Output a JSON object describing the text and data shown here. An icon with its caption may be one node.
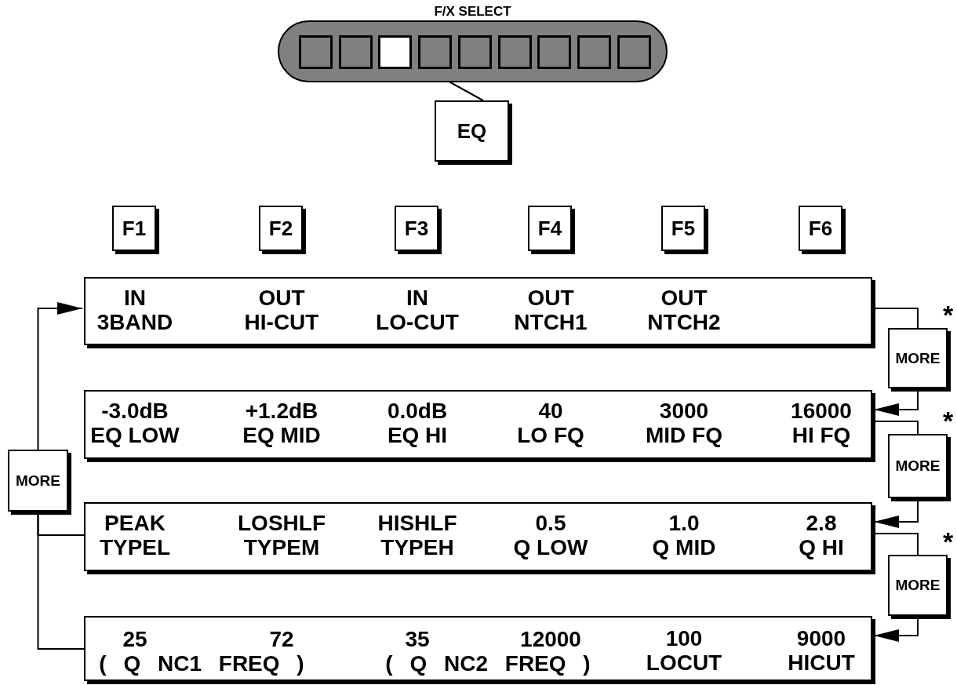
{
  "diagram": {
    "nodes": [
      {
        "text": [
          "F/X SELECT"
        ]
      },
      {
        "text": [],
        "shape": "box",
        "in": 0
      },
      {
        "text": [],
        "shape": "box",
        "in": 0
      },
      {
        "text": [],
        "shape": "box",
        "in": 0
      },
      {
        "text": [],
        "shape": "box",
        "in": 0
      },
      {
        "text": [],
        "shape": "box",
        "in": 0
      },
      {
        "text": [],
        "shape": "box",
        "in": 0
      },
      {
        "text": [],
        "shape": "box",
        "in": 0
      },
      {
        "text": [],
        "shape": "box",
        "in": 0
      },
      {
        "text": [],
        "shape": "box",
        "in": 0
      },
      {
        "text": [
          "EQ"
        ]
      },
      {
        "text": [
          "F1"
        ]
      },
      {
        "text": [
          "F2"
        ]
      },
      {
        "text": [
          "F3"
        ]
      },
      {
        "text": [
          "F4"
        ]
      },
      {
        "text": [
          "F5"
        ]
      },
      {
        "text": [
          "F6"
        ]
      },
      {
        "text": [
          "IN 3BAND",
          "OUT HI-CUT",
          "IN LO-CUT",
          "OUT NTCH1",
          "OUT NTCH2"
        ]
      },
      {
        "text": [
          "-3.0dB EQ LOW",
          "+1.2dB EQ MID",
          "0.0dB EQ HI",
          "40 LO FQ",
          "3000 MID FQ",
          "16000 HI FQ"
        ]
      },
      {
        "text": [
          "PEAK TYPEL",
          "LOSHLF TYPEM",
          "HISHLF TYPEH",
          "0.5 Q LOW",
          "1.0 Q MID",
          "2.8 Q HI"
        ]
      },
      {
        "text": [
          "25",
          "72",
          "( Q NC1 FREQ )",
          "35",
          "12000",
          "( Q NC2 FREQ )",
          "100 LOCUT",
          "9000 HICUT"
        ]
      },
      {
        "text": [
          "MORE"
        ]
      },
      {
        "text": [
          "MORE"
        ],
        "beside": [
          "*"
        ]
      },
      {
        "text": [
          "MORE"
        ],
        "beside": [
          "*"
        ]
      },
      {
        "text": [
          "MORE"
        ],
        "beside": [
          "*"
        ]
      }
    ],
    "edges": [
      {
        "from": 3,
        "to": 10,
        "arrow": "none"
      },
      {
        "from": 17,
        "to": 22,
        "arrow": "none"
      },
      {
        "from": 22,
        "to": 18,
        "arrow": "to"
      },
      {
        "from": 18,
        "to": 23,
        "arrow": "none"
      },
      {
        "from": 23,
        "to": 19,
        "arrow": "to"
      },
      {
        "from": 19,
        "to": 24,
        "arrow": "none"
      },
      {
        "from": 24,
        "to": 20,
        "arrow": "to"
      },
      {
        "from": 19,
        "to": 21,
        "arrow": "none"
      },
      {
        "from": 20,
        "to": 21,
        "arrow": "none"
      },
      {
        "from": 21,
        "to": 17,
        "arrow": "to"
      }
    ]
  }
}
